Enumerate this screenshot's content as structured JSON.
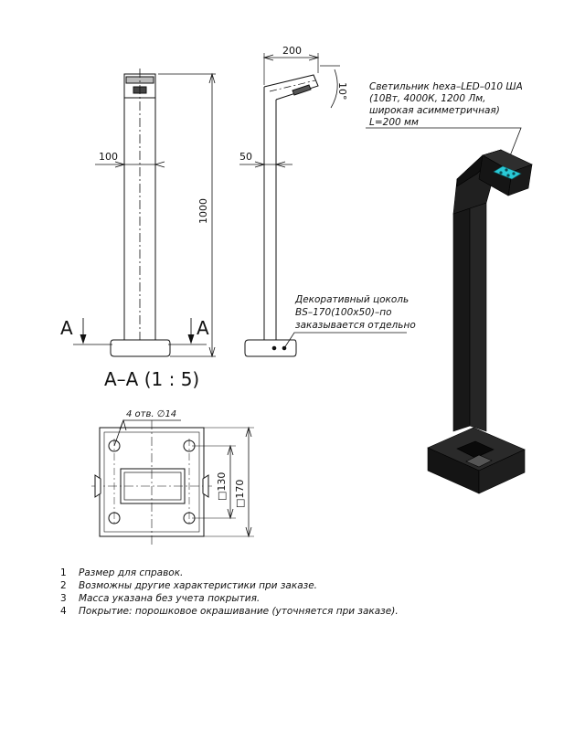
{
  "dimensions": {
    "front_width": "100",
    "height": "1000",
    "top_offset": "200",
    "side_width": "50",
    "tilt": "10°",
    "inner_square": "□130",
    "outer_square": "□170"
  },
  "section": {
    "left_mark": "A",
    "right_mark": "A",
    "title": "А–А (1 : 5)",
    "holes": "4 отв. ∅14"
  },
  "callouts": {
    "luminaire": [
      "Светильник hexa–LED–010 ША",
      "(10Вт, 4000К, 1200 Лм,",
      "широкая асимметричная)",
      "L=200 мм"
    ],
    "plinth": [
      "Декоративный цоколь",
      "BS–170(100x50)–по",
      "заказывается отдельно"
    ]
  },
  "notes": [
    {
      "num": "1",
      "text": "Размер для справок."
    },
    {
      "num": "2",
      "text": "Возможны другие характеристики при заказе."
    },
    {
      "num": "3",
      "text": "Масса указана без учета покрытия."
    },
    {
      "num": "4",
      "text": "Покрытие: порошковое окрашивание (уточняется при заказе)."
    }
  ],
  "colors": {
    "line": "#111111",
    "body": "#1a1a1a",
    "led": "#29c9d6"
  }
}
